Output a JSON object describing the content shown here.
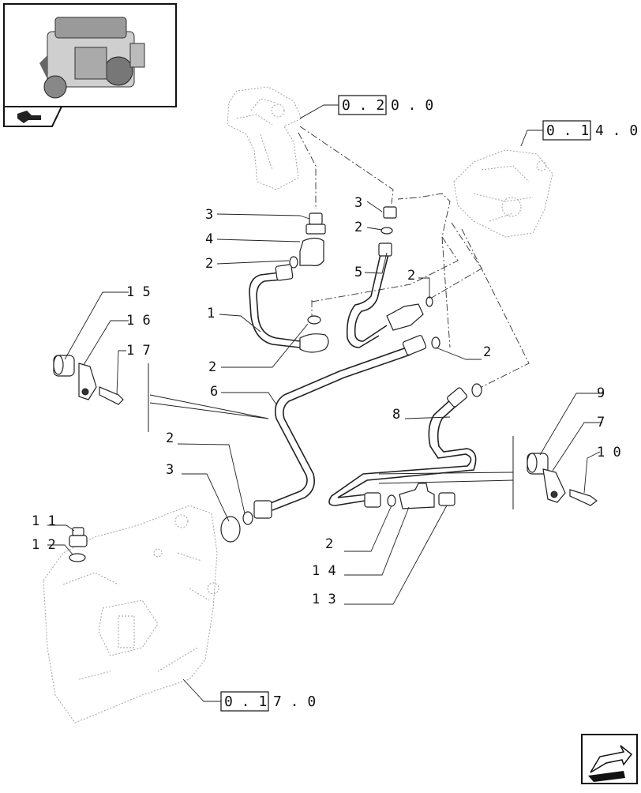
{
  "callouts": {
    "c1": "1",
    "c2a": "2",
    "c2b": "2",
    "c2c": "2",
    "c2d": "2",
    "c2e": "2",
    "c2f": "2",
    "c2g": "2",
    "c3a": "3",
    "c3b": "3",
    "c3c": "3",
    "c4": "4",
    "c5": "5",
    "c6": "6",
    "c7": "7",
    "c8": "8",
    "c9": "9",
    "c10": "1 0",
    "c11": "1 1",
    "c12": "1 2",
    "c13": "1 3",
    "c14": "1 4",
    "c15": "1 5",
    "c16": "1 6",
    "c17": "1 7"
  },
  "references": {
    "ref_top_boxed": "0 . 2",
    "ref_top_rest": "0 . 0",
    "ref_right_boxed": "0 . 1",
    "ref_right_rest": "4 . 0",
    "ref_bottom_boxed": "0 . 1",
    "ref_bottom_rest": "7 . 0"
  },
  "icons": {
    "thumbnail": "engine-thumbnail-icon",
    "back": "back-arrow-icon",
    "next": "next-page-arrow-icon"
  }
}
